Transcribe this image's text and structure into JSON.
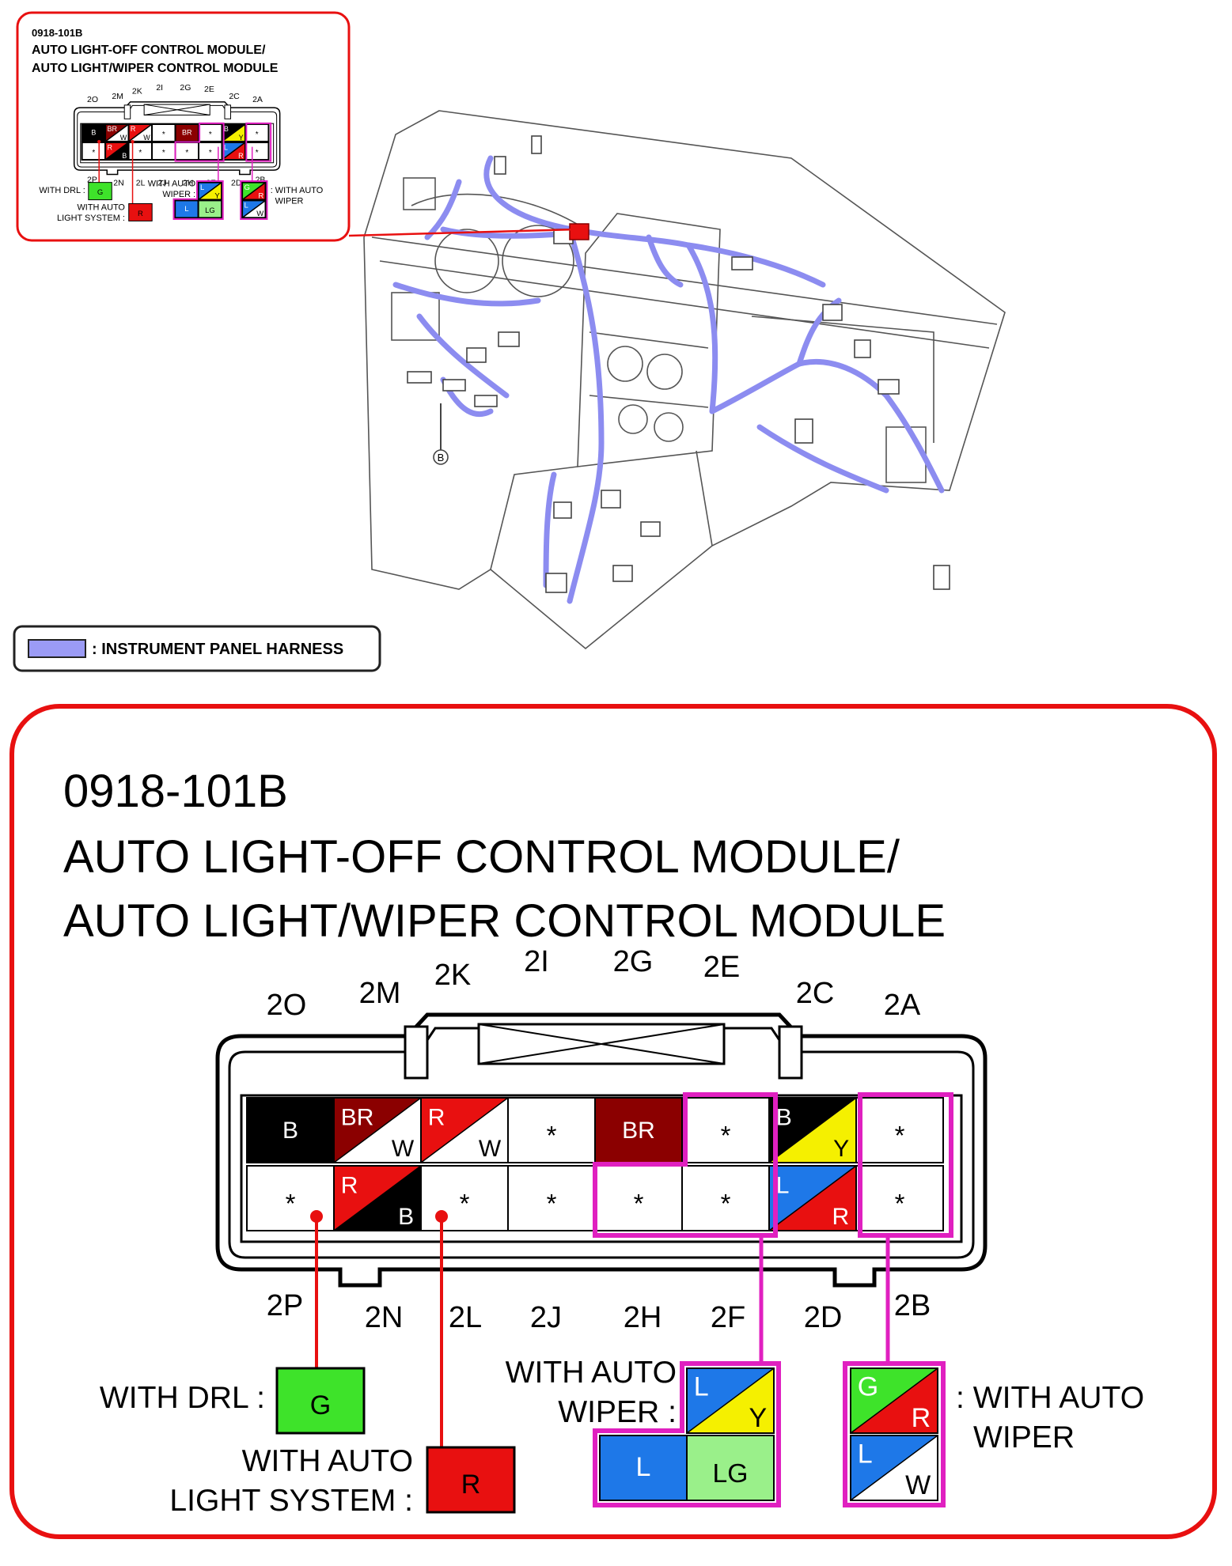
{
  "code": "0918-101B",
  "title_line1": "AUTO LIGHT-OFF CONTROL MODULE/",
  "title_line2": "AUTO LIGHT/WIPER CONTROL MODULE",
  "legend": {
    "label": ": INSTRUMENT PANEL HARNESS",
    "color": "#9b9bf5"
  },
  "harness_marker": "B",
  "top_terminals": [
    "2O",
    "2M",
    "2K",
    "2I",
    "2G",
    "2E",
    "2C",
    "2A"
  ],
  "bottom_terminals": [
    "2P",
    "2N",
    "2L",
    "2J",
    "2H",
    "2F",
    "2D",
    "2B"
  ],
  "pins_top_row": [
    {
      "label": "B",
      "type": "solid",
      "c1": "#000000"
    },
    {
      "label": "BR",
      "label2": "W",
      "type": "split",
      "c1": "#8b0000",
      "c2": "#ffffff"
    },
    {
      "label": "R",
      "label2": "W",
      "type": "split",
      "c1": "#e81010",
      "c2": "#ffffff"
    },
    {
      "label": "*",
      "type": "empty"
    },
    {
      "label": "BR",
      "type": "solid",
      "c1": "#8b0000"
    },
    {
      "label": "*",
      "type": "empty"
    },
    {
      "label": "B",
      "label2": "Y",
      "type": "split",
      "c1": "#000000",
      "c2": "#f5f000"
    },
    {
      "label": "*",
      "type": "empty"
    }
  ],
  "pins_bottom_row": [
    {
      "label": "*",
      "type": "empty"
    },
    {
      "label": "R",
      "label2": "B",
      "type": "split",
      "c1": "#e81010",
      "c2": "#000000"
    },
    {
      "label": "*",
      "type": "empty"
    },
    {
      "label": "*",
      "type": "empty"
    },
    {
      "label": "*",
      "type": "empty"
    },
    {
      "label": "*",
      "type": "empty"
    },
    {
      "label": "L",
      "label2": "R",
      "type": "split",
      "c1": "#1e78e8",
      "c2": "#e81010"
    },
    {
      "label": "*",
      "type": "empty"
    }
  ],
  "options": {
    "drl": {
      "label": "WITH DRL :",
      "wire": "G",
      "color": "#3ee32a"
    },
    "auto_light": {
      "line1": "WITH AUTO",
      "line2": "LIGHT SYSTEM :",
      "wire": "R",
      "color": "#e81010"
    },
    "auto_wiper_left": {
      "line1": "WITH AUTO",
      "line2": "WIPER :",
      "pin_top": {
        "label": "L",
        "label2": "Y",
        "c1": "#1e78e8",
        "c2": "#f5f000"
      },
      "pin_bl": {
        "label": "L",
        "color": "#1e78e8"
      },
      "pin_br": {
        "label": "LG",
        "color": "#9af08a"
      }
    },
    "auto_wiper_right": {
      "line1": ": WITH AUTO",
      "line2": "WIPER",
      "pin_top": {
        "label": "G",
        "label2": "R",
        "c1": "#3ee32a",
        "c2": "#e81010"
      },
      "pin_bottom": {
        "label": "L",
        "label2": "W",
        "c1": "#1e78e8",
        "c2": "#ffffff"
      }
    }
  },
  "colors": {
    "callout_border": "#e81010",
    "highlight": "#e020c0"
  }
}
